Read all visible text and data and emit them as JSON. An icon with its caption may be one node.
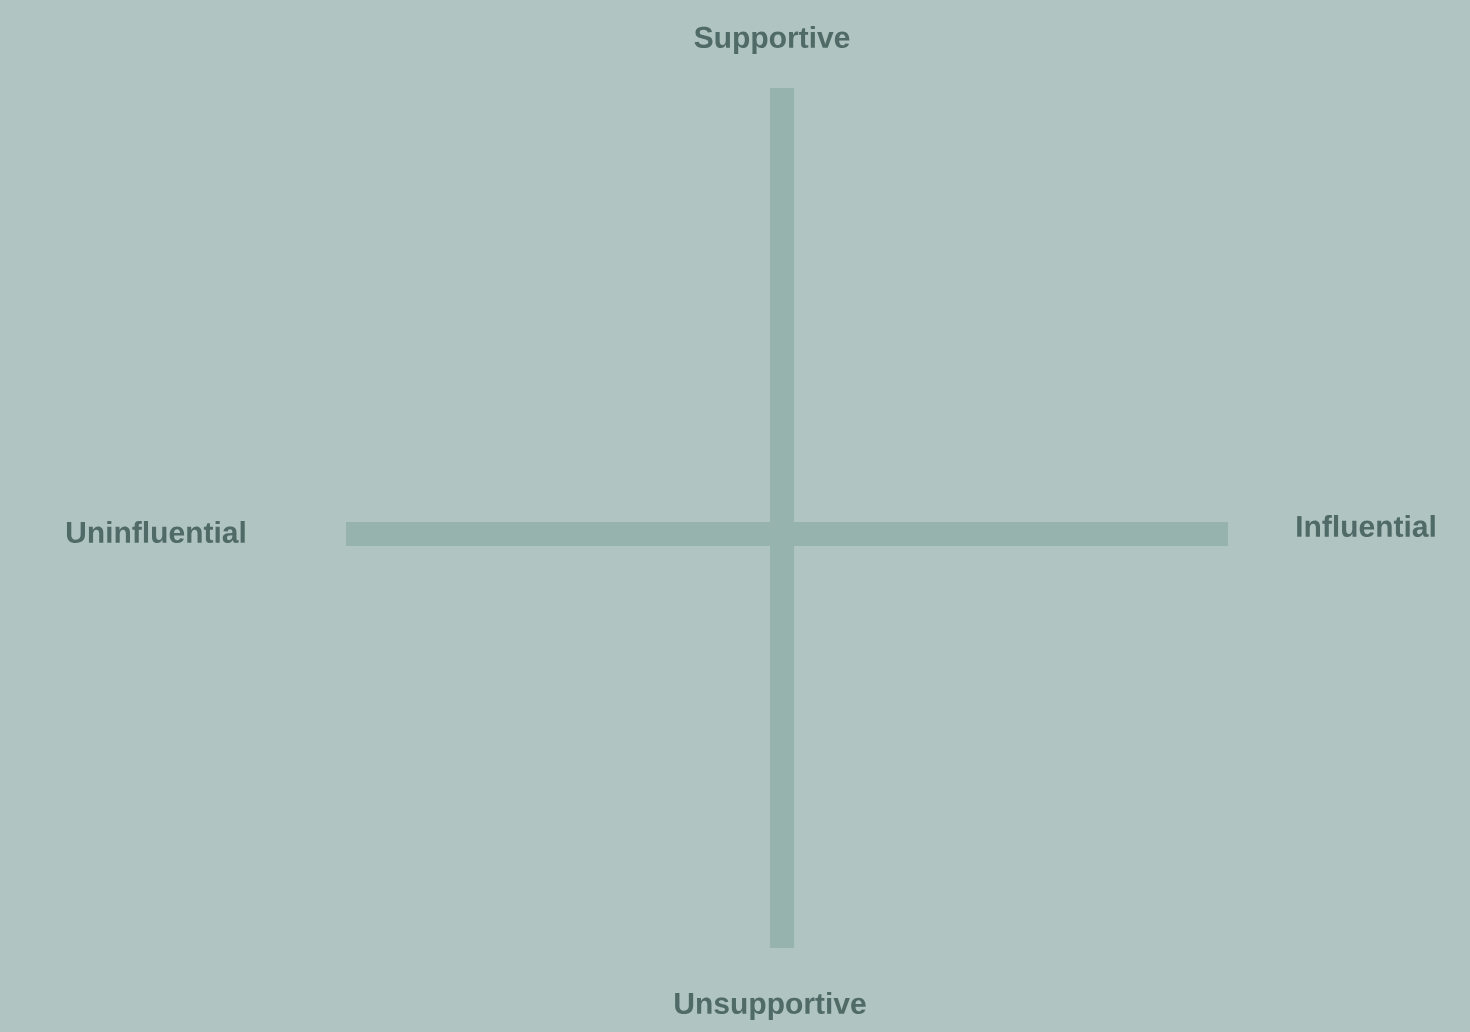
{
  "diagram": {
    "labels": [
      "Supportive",
      "Uninfluential",
      "Influential",
      "Unsupportive"
    ]
  }
}
